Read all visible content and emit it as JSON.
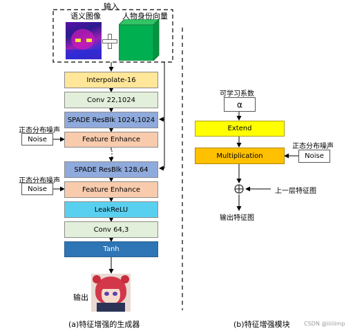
{
  "left": {
    "input_label": "输入",
    "semantic_label": "语义图像",
    "identity_label": "人物身份向量",
    "plus_glyph": "+",
    "blocks": {
      "interpolate": "Interpolate-16",
      "conv1": "Conv 22,1024",
      "spade1": "SPADE ResBlk 1024,1024",
      "fe1": "Feature Enhance",
      "dots": "⋮",
      "spade2": "SPADE  ResBlk  128,64",
      "fe2": "Feature Enhance",
      "leaky": "LeakReLU",
      "conv2": "Conv 64,3",
      "tanh": "Tanh"
    },
    "noise_title_1": "正态分布噪声",
    "noise_box_1": "Noise",
    "noise_title_2": "正态分布噪声",
    "noise_box_2": "Noise",
    "output_label": "输出",
    "caption": "(a)特征增强的生成器"
  },
  "right": {
    "learnable_label": "可学习系数",
    "alpha": "α",
    "extend": "Extend",
    "multiplication": "Multiplication",
    "noise_title": "正态分布噪声",
    "noise_box": "Noise",
    "plus_node": "+",
    "prev_feature": "上一层特征图",
    "output_feature": "输出特征图",
    "caption": "(b)特征增强模块"
  },
  "watermark": "CSDN @iiiiiimp",
  "colors": {
    "interpolate": "#ffe699",
    "conv": "#e2efda",
    "spade": "#8faadc",
    "feature_enhance": "#f8cbad",
    "leaky": "#5ad0f0",
    "tanh": "#2e75b6",
    "extend": "#ffff00",
    "multiplication": "#ffc000",
    "identity_vector": "#00b050"
  }
}
